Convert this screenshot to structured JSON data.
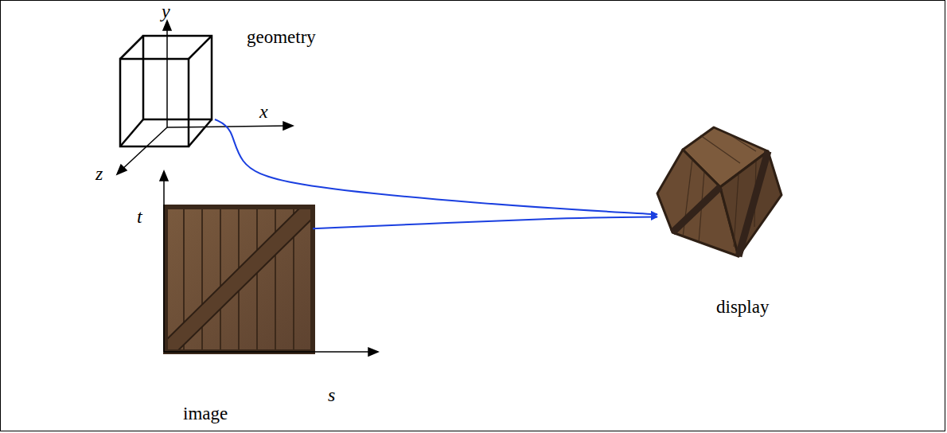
{
  "diagram": {
    "nodes": [
      {
        "text": [
          "geometry"
        ]
      },
      {
        "text": [
          "image"
        ]
      },
      {
        "text": [
          "display"
        ]
      }
    ],
    "edges": [
      {
        "from": 0,
        "to": 2,
        "arrow": "to"
      },
      {
        "from": 1,
        "to": 2,
        "arrow": "to"
      }
    ],
    "labels": [
      "y",
      "x",
      "z",
      "t",
      "s"
    ]
  }
}
